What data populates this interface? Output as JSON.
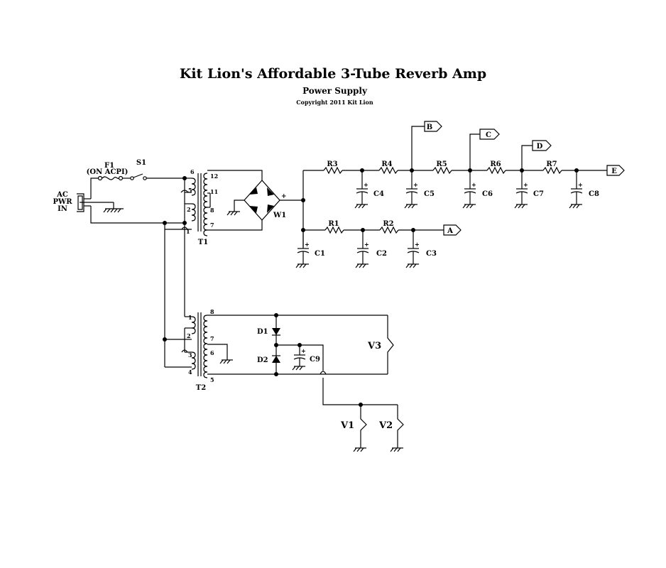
{
  "header": {
    "title": "Kit Lion's Affordable 3-Tube Reverb Amp",
    "subtitle": "Power Supply",
    "copyright": "Copyright 2011 Kit Lion"
  },
  "labels": {
    "ac_in": [
      "AC",
      "PWR",
      "IN"
    ],
    "fuse": "F1",
    "fuse_note": "(ON ACPI)",
    "switch": "S1",
    "transformer1": "T1",
    "transformer2": "T2",
    "bridge": "W1",
    "bridge_plus": "+",
    "diode1": "D1",
    "diode2": "D2",
    "resistors": [
      "R1",
      "R2",
      "R3",
      "R4",
      "R5",
      "R6",
      "R7"
    ],
    "capacitors": [
      "C1",
      "C2",
      "C3",
      "C4",
      "C5",
      "C6",
      "C7",
      "C8",
      "C9"
    ],
    "outputs": [
      "A",
      "B",
      "C",
      "D",
      "E"
    ],
    "tubes": [
      "V1",
      "V2",
      "V3"
    ],
    "t1_pins": [
      "6",
      "5",
      "2",
      "1",
      "12",
      "11",
      "8",
      "7"
    ],
    "t2_pins": [
      "1",
      "2",
      "3",
      "4",
      "8",
      "7",
      "6",
      "5"
    ]
  }
}
